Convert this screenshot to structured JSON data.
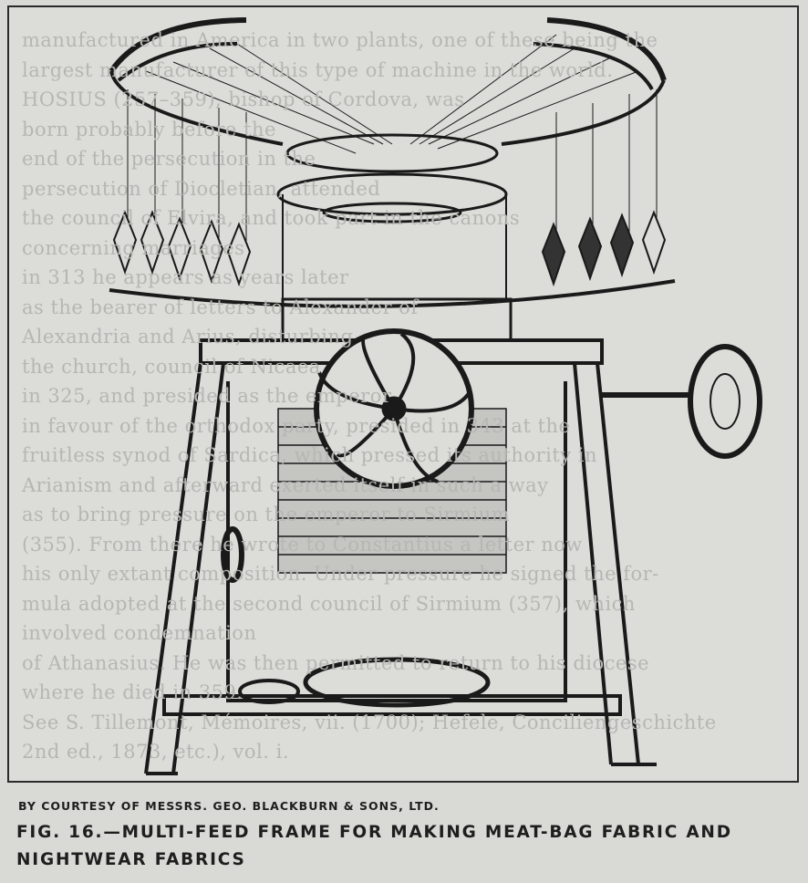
{
  "background_text": [
    "manufactured in America in two plants, one of these being the",
    "largest manufacturer of this type of machine in the world.",
    "HOSIUS (257–359), bishop of Cordova, was",
    "born probably before the",
    "end of the persecution in the",
    "persecution of Diocletian, attended",
    "the council of Elvira, and took part in the canons",
    "concerning marriages",
    "in 313 he appears as years later",
    "as the bearer of letters to Alexander of",
    "Alexandria and Arius, disturbing",
    "the church, council of Nicaea",
    "in 325, and presided as the emperor",
    "in favour of the orthodox party, presided in 343 at the",
    "fruitless synod of Sardica, which pressed its authority in",
    "Arianism and afterward exerted itself in such a way",
    "as to bring pressure on the emperor to Sirmium",
    "(355). From there he wrote to Constantius a letter now",
    "his only extant composition. Under pressure he signed the for-",
    "mula adopted at the second council of Sirmium (357), which",
    "involved condemnation",
    "of Athanasius. He was then permitted to return to his diocese",
    "where he died in 359.",
    "See S. Tillemont, Mémoires, vii. (1700); Hefele, Conciliengeschichte",
    "2nd ed., 1873, etc.), vol. i."
  ],
  "figure": {
    "credit": "BY COURTESY OF MESSRS. GEO. BLACKBURN & SONS, LTD.",
    "caption_line1": "FIG. 16.—MULTI-FEED FRAME FOR MAKING MEAT-BAG FABRIC AND",
    "caption_line2": "NIGHTWEAR FABRICS"
  },
  "colors": {
    "ink": "#1e1e1e",
    "paper": "#d9d9d6"
  }
}
